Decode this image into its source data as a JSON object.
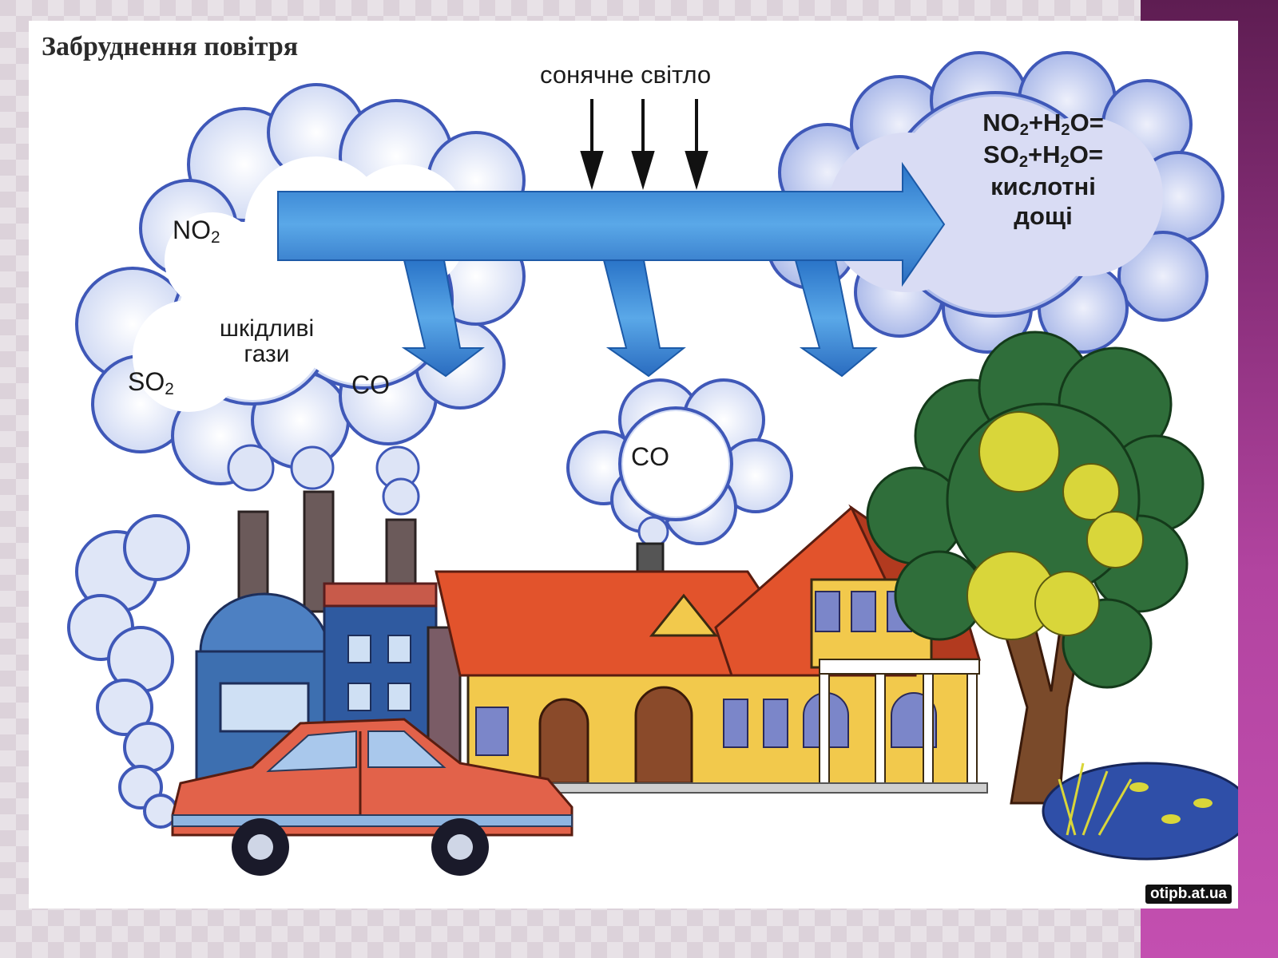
{
  "title": "Забруднення повітря",
  "sunlight_label": "сонячне світло",
  "gases": {
    "no2": {
      "main": "NO",
      "sub": "2"
    },
    "so2": {
      "main": "SO",
      "sub": "2"
    },
    "harmful_line1": "шкідливі",
    "harmful_line2": "гази",
    "co_factory": "CO",
    "co_house": "CO"
  },
  "reactions": {
    "no2_h2o": {
      "a": "NO",
      "a_sub": "2",
      "b": "+H",
      "b_sub": "2",
      "c": "O="
    },
    "so2_h2o": {
      "a": "SO",
      "a_sub": "2",
      "b": "+H",
      "b_sub": "2",
      "c": "O="
    },
    "acid_rain_line1": "кислотні",
    "acid_rain_line2": "дощі"
  },
  "watermark": "otipb.at.ua",
  "colors": {
    "cloud_fill": "#dfe6f7",
    "cloud_stroke": "#3f58b8",
    "arrow": "#2f7fd0",
    "roof": "#e2532c",
    "wall": "#f2c94c",
    "factory": "#3d6fb0",
    "car": "#e2624a",
    "tree": "#2f6e3a",
    "tree_light": "#d9d63a"
  }
}
